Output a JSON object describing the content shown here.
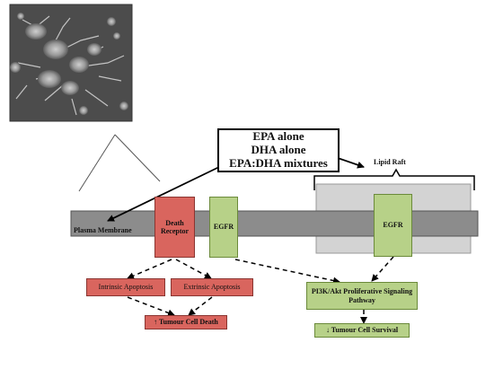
{
  "treatments": {
    "line1": "EPA alone",
    "line2": "DHA alone",
    "line3": "EPA:DHA mixtures"
  },
  "lipid_raft_label": "Lipid Raft",
  "membrane_label": "Plasma Membrane",
  "death_receptor": "Death Receptor",
  "egfr_left": "EGFR",
  "egfr_raft": "EGFR",
  "intrinsic_apoptosis": "Intrinsic Apoptosis",
  "extrinsic_apoptosis": "Extrinsic Apoptosis",
  "tumour_cell_death": "↑ Tumour Cell Death",
  "pi3k_pathway": "PI3K/Akt Proliferative Signaling Pathway",
  "tumour_cell_survival": "↓ Tumour Cell Survival",
  "colors": {
    "red_box": "#d9655e",
    "green_box": "#b7d188",
    "membrane": "#8c8c8c",
    "raft": "#d3d3d3",
    "micrograph_bg": "#4a4a4a"
  }
}
